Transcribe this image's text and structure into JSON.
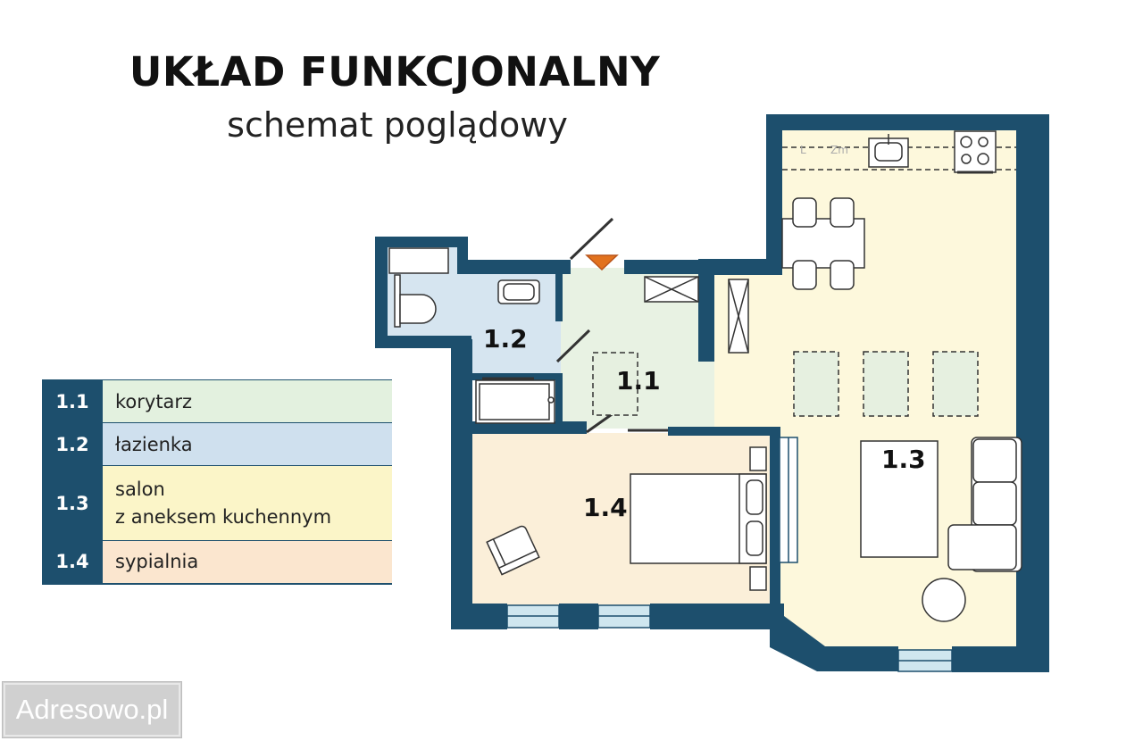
{
  "header": {
    "title": "UKŁAD FUNKCJONALNY",
    "subtitle": "schemat poglądowy"
  },
  "colors": {
    "wall": "#1d4f6d",
    "korytarz": "#e6f2e2",
    "lazienka": "#d6e5f0",
    "salon": "#fdf8dc",
    "sypialnia": "#fbecd6",
    "entrance_arrow": "#e2721e"
  },
  "plan": {
    "rooms": [
      {
        "id": "1.1",
        "label": "1.1"
      },
      {
        "id": "1.2",
        "label": "1.2"
      },
      {
        "id": "1.3",
        "label": "1.3"
      },
      {
        "id": "1.4",
        "label": "1.4"
      }
    ],
    "kitchen_labels": {
      "fridge": "L",
      "freezer": "Zm"
    }
  },
  "legend": [
    {
      "num": "1.1",
      "lines": [
        "korytarz"
      ],
      "color": "#e3f1df"
    },
    {
      "num": "1.2",
      "lines": [
        "łazienka"
      ],
      "color": "#cfe0ee"
    },
    {
      "num": "1.3",
      "lines": [
        "salon",
        "z aneksem kuchennym"
      ],
      "color": "#fbf5c8"
    },
    {
      "num": "1.4",
      "lines": [
        "sypialnia"
      ],
      "color": "#fbe6cf"
    }
  ],
  "watermark": "Adresowo.pl"
}
